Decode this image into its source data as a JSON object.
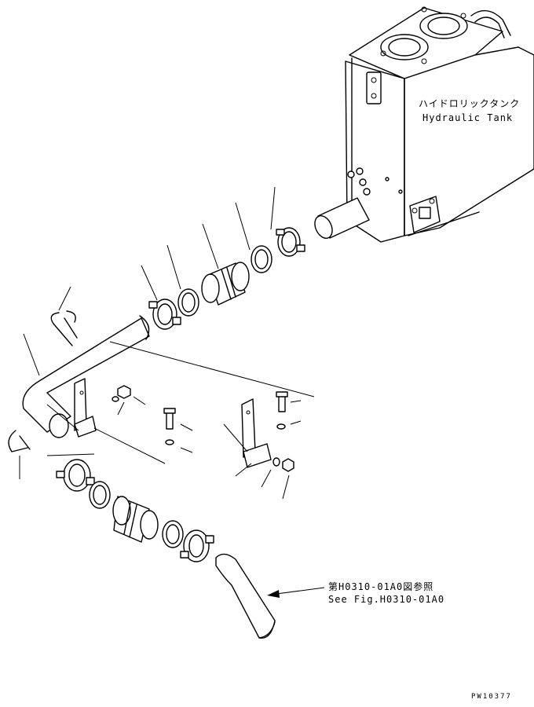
{
  "labels": {
    "tank_jp": "ハイドロリックタンク",
    "tank_en": "Hydraulic Tank",
    "ref_jp": "第H0310-01A0図参照",
    "ref_en": "See Fig.H0310-01A0",
    "drawing_code": "PW10377"
  },
  "icons": {
    "leader_arrow": "arrow-left-icon"
  }
}
